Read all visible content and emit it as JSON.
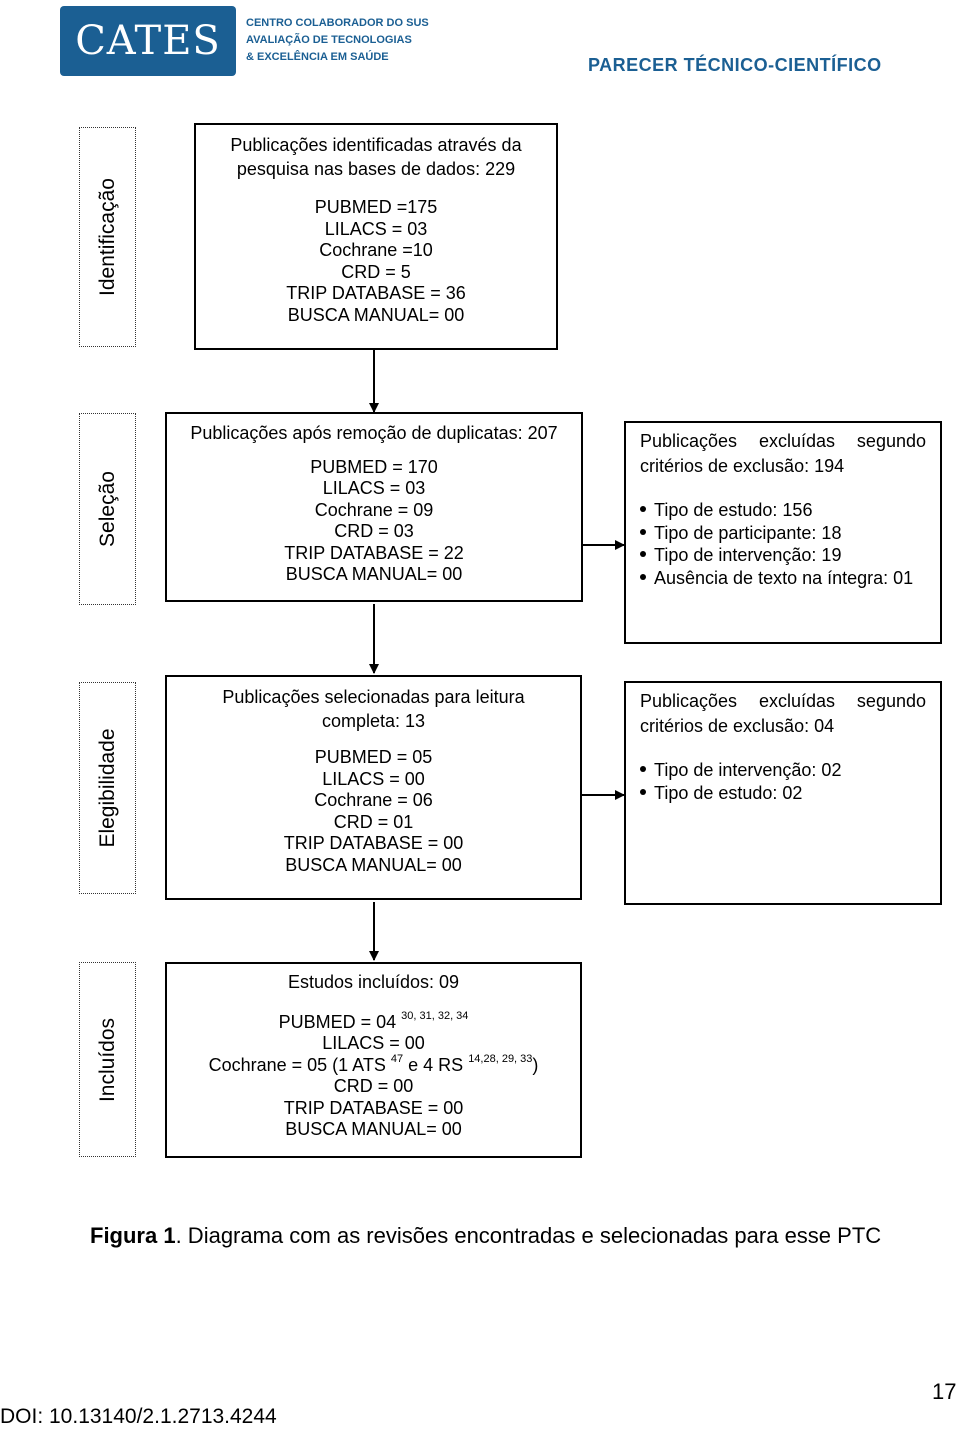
{
  "header": {
    "logo": "CATES",
    "center_lines": [
      "CENTRO COLABORADOR DO SUS",
      "AVALIAÇÃO DE TECNOLOGIAS",
      "& EXCELÊNCIA EM SAÚDE"
    ],
    "doc_type": "PARECER TÉCNICO-CIENTÍFICO",
    "brand_color": "#1b5f93"
  },
  "stages": [
    "Identificação",
    "Seleção",
    "Elegibilidade",
    "Incluídos"
  ],
  "identification": {
    "head": [
      "Publicações identificadas através da",
      "pesquisa nas bases de dados: 229"
    ],
    "counts": [
      "PUBMED =175",
      "LILACS = 03",
      "Cochrane =10",
      "CRD = 5",
      "TRIP DATABASE = 36",
      "BUSCA MANUAL= 00"
    ]
  },
  "selection": {
    "head": "Publicações após remoção de duplicatas: 207",
    "counts": [
      "PUBMED = 170",
      "LILACS = 03",
      "Cochrane = 09",
      "CRD = 03",
      "TRIP DATABASE = 22",
      "BUSCA MANUAL= 00"
    ],
    "excluded": {
      "head": "Publicações excluídas segundo critérios de exclusão: 194",
      "items": [
        "Tipo de estudo: 156",
        "Tipo de participante: 18",
        "Tipo de intervenção: 19",
        "Ausência de texto na íntegra: 01"
      ]
    }
  },
  "eligibility": {
    "head": [
      "Publicações selecionadas para leitura",
      "completa: 13"
    ],
    "counts": [
      "PUBMED = 05",
      "LILACS = 00",
      "Cochrane = 06",
      "CRD = 01",
      "TRIP DATABASE = 00",
      "BUSCA MANUAL= 00"
    ],
    "excluded": {
      "head": "Publicações excluídas segundo critérios de exclusão: 04",
      "items": [
        "Tipo de intervenção: 02",
        "Tipo de estudo: 02"
      ]
    }
  },
  "included": {
    "head": "Estudos incluídos: 09",
    "pubmed": "PUBMED = 04",
    "pubmed_refs": "30, 31, 32, 34",
    "lilacs": "LILACS = 00",
    "cochrane_a": "Cochrane = 05 (1 ATS",
    "cochrane_ref1": "47",
    "cochrane_b": "e 4 RS",
    "cochrane_ref2": "14,28, 29, 33",
    "cochrane_c": ")",
    "crd": "CRD = 00",
    "trip": "TRIP DATABASE = 00",
    "manual": "BUSCA MANUAL= 00"
  },
  "caption": {
    "label": "Figura 1",
    "text": ". Diagrama com as revisões encontradas e selecionadas para esse PTC"
  },
  "footer": {
    "page": "17",
    "doi": "DOI: 10.13140/2.1.2713.4244"
  }
}
